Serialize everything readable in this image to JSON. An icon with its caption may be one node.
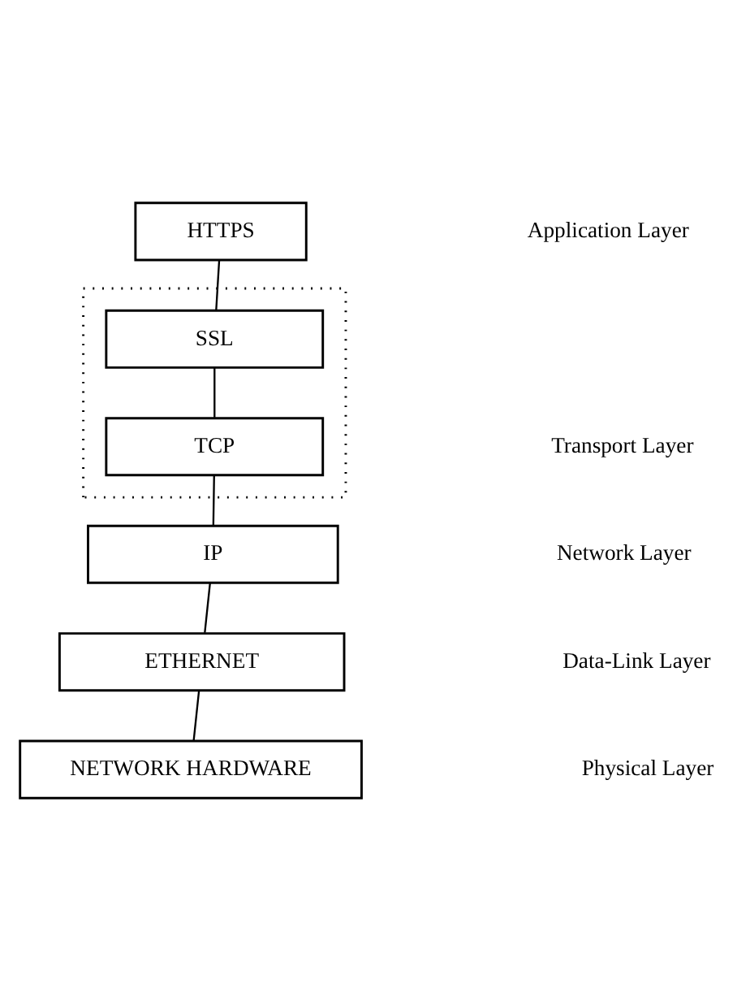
{
  "diagram": {
    "nodes": [
      {
        "text": [
          "HTTPS"
        ]
      },
      {
        "text": [],
        "shape": "box"
      },
      {
        "text": [
          "SSL"
        ],
        "in": 1
      },
      {
        "text": [
          "TCP"
        ],
        "in": 1
      },
      {
        "text": [
          "IP"
        ]
      },
      {
        "text": [
          "ETHERNET"
        ]
      },
      {
        "text": [
          "NETWORK HARDWARE"
        ]
      }
    ],
    "edges": [
      {
        "from": 0,
        "to": 2,
        "arrow": "none"
      },
      {
        "from": 2,
        "to": 3,
        "arrow": "none"
      },
      {
        "from": 3,
        "to": 4,
        "arrow": "none"
      },
      {
        "from": 4,
        "to": 5,
        "arrow": "none"
      },
      {
        "from": 5,
        "to": 6,
        "arrow": "none"
      }
    ],
    "labels": [
      "Application Layer",
      "Transport Layer",
      "Network Layer",
      "Data-Link Layer",
      "Physical Layer"
    ]
  }
}
